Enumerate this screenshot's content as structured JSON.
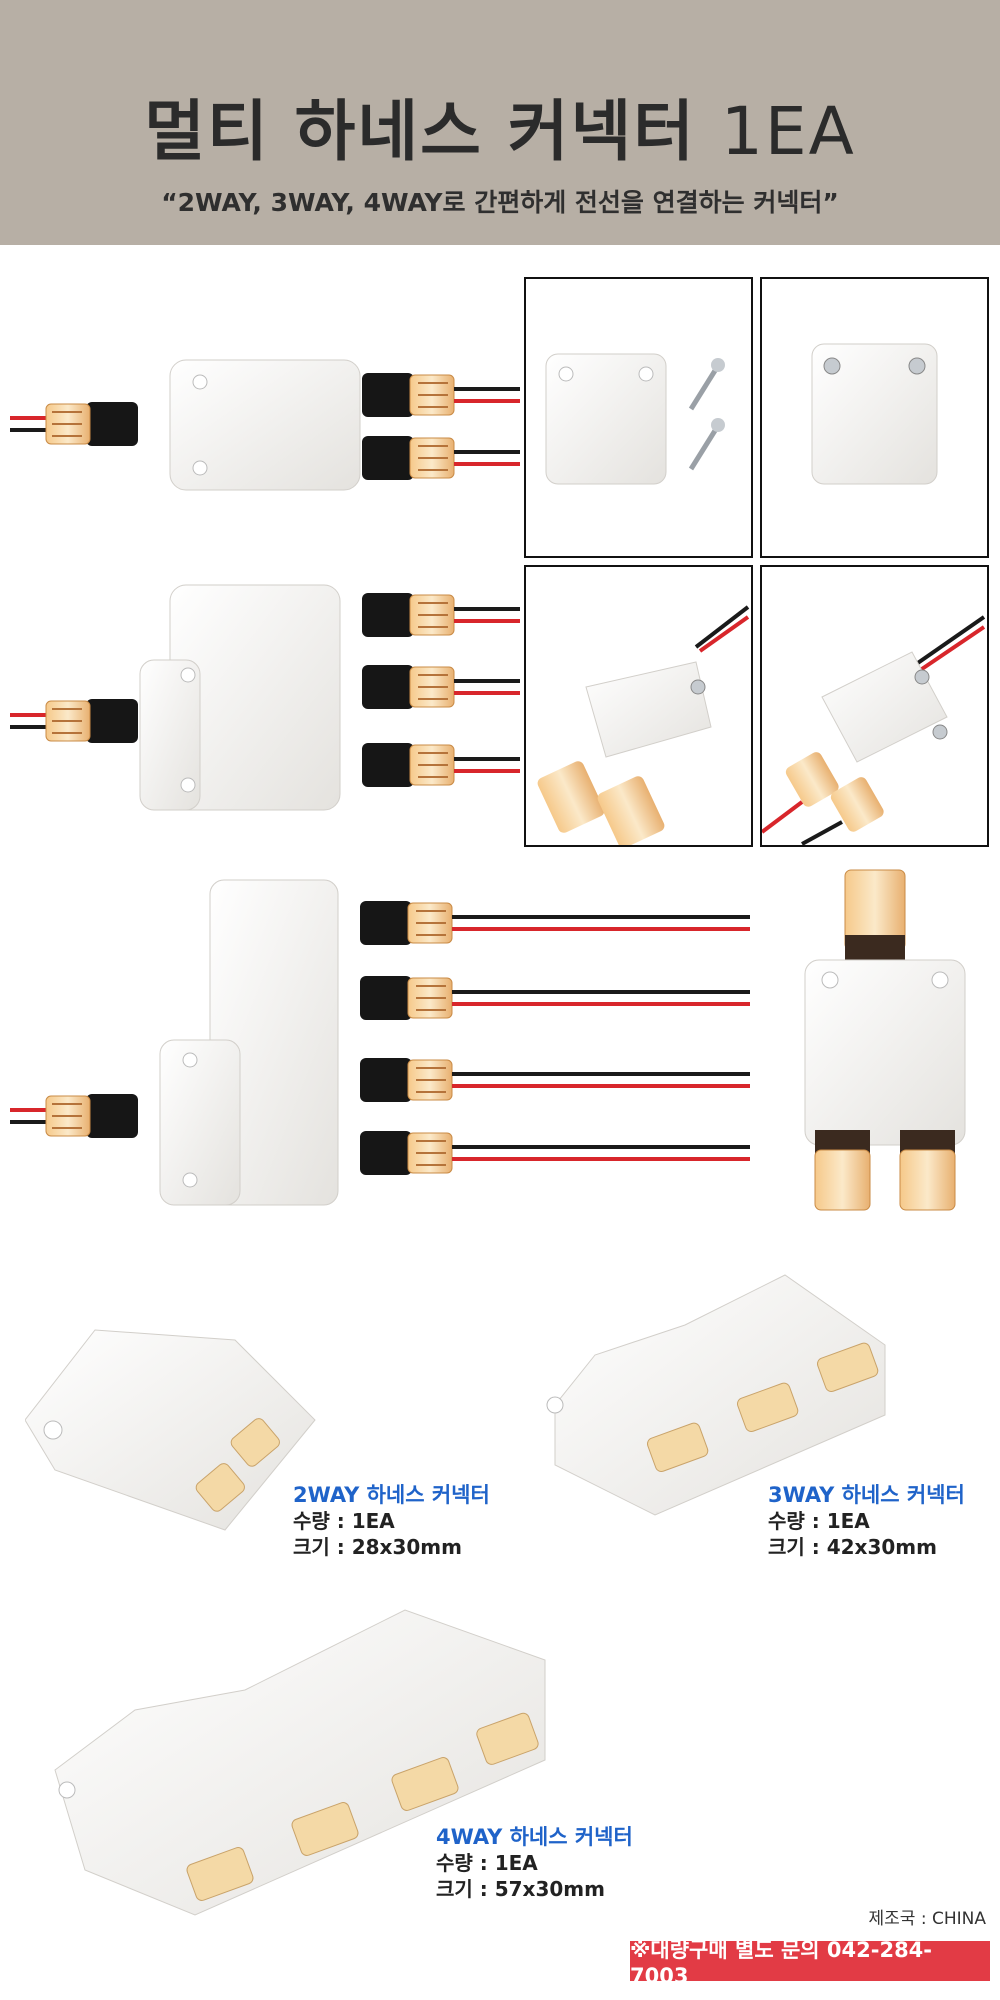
{
  "header": {
    "title_main": "멀티 하네스 커넥터",
    "title_suffix": "1EA",
    "subtitle": "“2WAY, 3WAY, 4WAY로 간편하게 전선을 연결하는 커넥터”"
  },
  "products": [
    {
      "name": "2WAY 하네스 커넥터",
      "qty": "수량 : 1EA",
      "size": "크기 : 28x30mm"
    },
    {
      "name": "3WAY 하네스 커넥터",
      "qty": "수량 : 1EA",
      "size": "크기 : 42x30mm"
    },
    {
      "name": "4WAY 하네스 커넥터",
      "qty": "수량 : 1EA",
      "size": "크기 : 57x30mm"
    }
  ],
  "footer": {
    "origin": "제조국 : CHINA",
    "contact": "※대량구매 별도 문의  042-284-7003"
  },
  "colors": {
    "header_bg": "#b7afa5",
    "product_name": "#1f63c9",
    "contact_bg": "#e23b45",
    "wire_red": "#d8262b",
    "wire_black": "#1a1a1a"
  }
}
